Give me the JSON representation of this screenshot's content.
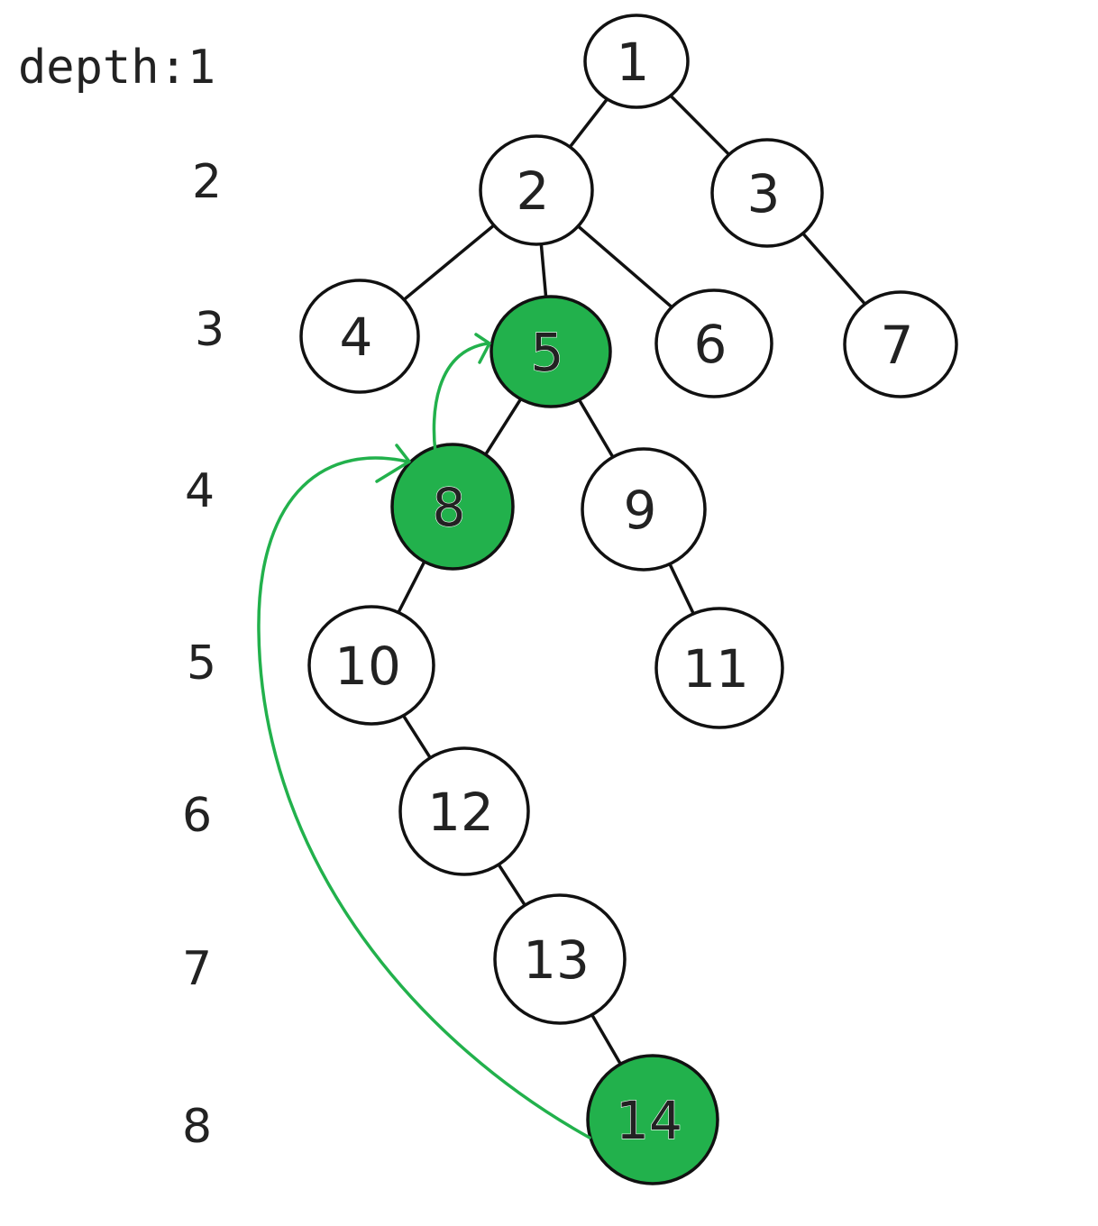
{
  "colors": {
    "highlight": "#22b14c",
    "node_fill": "#ffffff",
    "stroke": "#111111",
    "text": "#222222"
  },
  "depth_labels": [
    "depth:1",
    "2",
    "3",
    "4",
    "5",
    "6",
    "7",
    "8"
  ],
  "nodes": [
    {
      "id": "1",
      "label": "1",
      "highlighted": false
    },
    {
      "id": "2",
      "label": "2",
      "highlighted": false
    },
    {
      "id": "3",
      "label": "3",
      "highlighted": false
    },
    {
      "id": "4",
      "label": "4",
      "highlighted": false
    },
    {
      "id": "5",
      "label": "5",
      "highlighted": true
    },
    {
      "id": "6",
      "label": "6",
      "highlighted": false
    },
    {
      "id": "7",
      "label": "7",
      "highlighted": false
    },
    {
      "id": "8",
      "label": "8",
      "highlighted": true
    },
    {
      "id": "9",
      "label": "9",
      "highlighted": false
    },
    {
      "id": "10",
      "label": "10",
      "highlighted": false
    },
    {
      "id": "11",
      "label": "11",
      "highlighted": false
    },
    {
      "id": "12",
      "label": "12",
      "highlighted": false
    },
    {
      "id": "13",
      "label": "13",
      "highlighted": false
    },
    {
      "id": "14",
      "label": "14",
      "highlighted": true
    }
  ],
  "edges": [
    {
      "from": "1",
      "to": "2"
    },
    {
      "from": "1",
      "to": "3"
    },
    {
      "from": "2",
      "to": "4"
    },
    {
      "from": "2",
      "to": "5"
    },
    {
      "from": "2",
      "to": "6"
    },
    {
      "from": "3",
      "to": "7"
    },
    {
      "from": "5",
      "to": "8"
    },
    {
      "from": "5",
      "to": "9"
    },
    {
      "from": "8",
      "to": "10"
    },
    {
      "from": "9",
      "to": "11"
    },
    {
      "from": "10",
      "to": "12"
    },
    {
      "from": "12",
      "to": "13"
    },
    {
      "from": "13",
      "to": "14"
    }
  ],
  "jump_arrows": [
    {
      "from": "14",
      "to": "8"
    },
    {
      "from": "8",
      "to": "5"
    }
  ]
}
